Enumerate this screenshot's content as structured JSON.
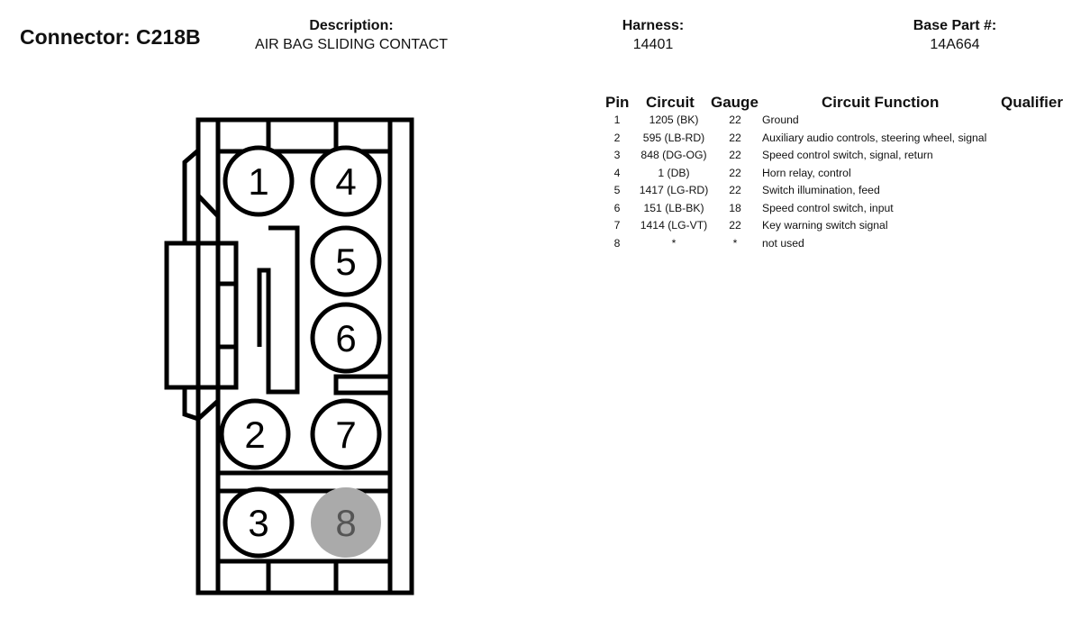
{
  "header": {
    "connector": "Connector: C218B",
    "description_label": "Description:",
    "description_value": "AIR BAG SLIDING CONTACT",
    "harness_label": "Harness:",
    "harness_value": "14401",
    "base_part_label": "Base Part #:",
    "base_part_value": "14A664"
  },
  "table": {
    "headers": {
      "pin": "Pin",
      "circuit": "Circuit",
      "gauge": "Gauge",
      "function": "Circuit Function",
      "qualifier": "Qualifier"
    },
    "rows": [
      {
        "pin": "1",
        "circuit": "1205 (BK)",
        "gauge": "22",
        "function": "Ground"
      },
      {
        "pin": "2",
        "circuit": "595 (LB-RD)",
        "gauge": "22",
        "function": "Auxiliary audio controls, steering wheel, signal"
      },
      {
        "pin": "3",
        "circuit": "848 (DG-OG)",
        "gauge": "22",
        "function": "Speed control switch, signal, return"
      },
      {
        "pin": "4",
        "circuit": "1 (DB)",
        "gauge": "22",
        "function": "Horn relay, control"
      },
      {
        "pin": "5",
        "circuit": "1417 (LG-RD)",
        "gauge": "22",
        "function": "Switch illumination, feed"
      },
      {
        "pin": "6",
        "circuit": "151 (LB-BK)",
        "gauge": "18",
        "function": "Speed control switch, input"
      },
      {
        "pin": "7",
        "circuit": "1414 (LG-VT)",
        "gauge": "22",
        "function": "Key warning switch signal"
      },
      {
        "pin": "8",
        "circuit": "*",
        "gauge": "*",
        "function": "not used"
      }
    ]
  },
  "connector": {
    "pins": [
      "1",
      "4",
      "5",
      "6",
      "2",
      "7",
      "3",
      "8"
    ],
    "unused_pin_color": "#aaaaaa",
    "outline_color": "#000000"
  }
}
